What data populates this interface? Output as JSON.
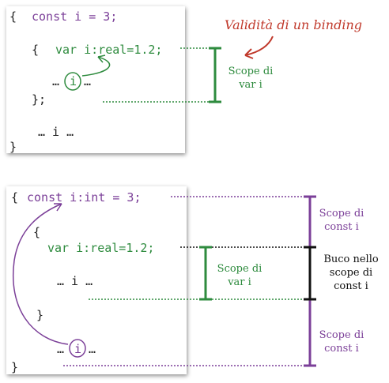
{
  "colors": {
    "purple": "#7b3f98",
    "green": "#2e8b3e",
    "black": "#111111",
    "red": "#c0392b"
  },
  "top": {
    "line1_brace": "{",
    "line1_code": "const i = 3;",
    "line2_brace": "{",
    "line2_code": "var i:real=1.2;",
    "line3_pre": "…",
    "line3_var": "i",
    "line3_post": "…",
    "line4": "};",
    "line5": "… i …",
    "line6": "}",
    "title": "Validità di un binding",
    "scope_label": "Scope di\nvar i"
  },
  "bottom": {
    "line1_brace": "{",
    "line1_code": "const i:int = 3;",
    "line2_brace": "{",
    "line3_code": "var i:real=1.2;",
    "line4": "… i …",
    "line5": "}",
    "line6_pre": "…",
    "line6_var": "i",
    "line6_post": "…",
    "line7": "}",
    "scope_const_top": "Scope di\nconst i",
    "scope_var": "Scope di\nvar i",
    "hole": "Buco nello\nscope di\nconst i",
    "scope_const_bottom": "Scope di\nconst i"
  }
}
